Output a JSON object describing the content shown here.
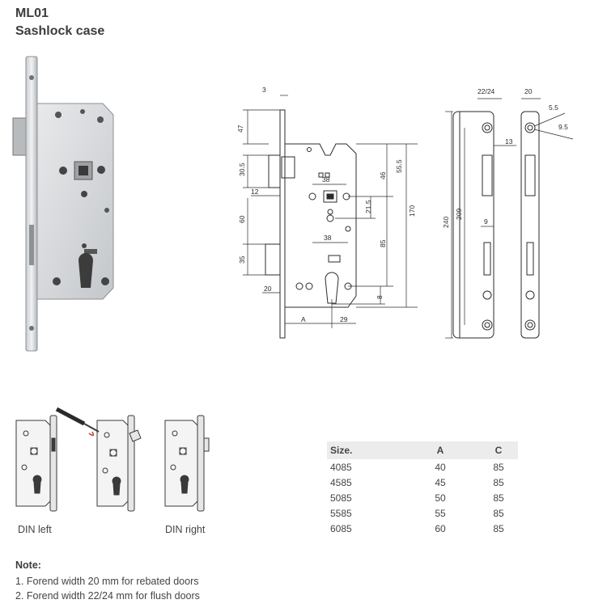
{
  "product": {
    "code": "ML01",
    "name": "Sashlock case"
  },
  "dimensions": {
    "forend_thickness": "3",
    "forend_width_flush": "22/24",
    "forend_width_rebated": "20",
    "hole_a": "5.5",
    "hole_b": "9.5",
    "top_offset": "47",
    "latch_height": "30.5",
    "latch_projection": "12",
    "lower_gap": "60",
    "bolt_height": "35",
    "bolt_projection": "20",
    "follower_width": "38",
    "cylinder_width": "38",
    "dim_46": "46",
    "dim_55_5": "55.5",
    "dim_21_5": "21.5",
    "dim_85": "85",
    "dim_170": "170",
    "dim_8": "8",
    "backset": "A",
    "dim_29": "29",
    "forend_length": "240",
    "screw_spacing": "209",
    "slot_offset": "13",
    "slot_width": "9"
  },
  "variants": {
    "left_label": "DIN left",
    "right_label": "DIN right"
  },
  "size_table": {
    "headers": [
      "Size.",
      "A",
      "C"
    ],
    "rows": [
      [
        "4085",
        "40",
        "85"
      ],
      [
        "4585",
        "45",
        "85"
      ],
      [
        "5085",
        "50",
        "85"
      ],
      [
        "5585",
        "55",
        "85"
      ],
      [
        "6085",
        "60",
        "85"
      ]
    ]
  },
  "notes": {
    "heading": "Note:",
    "items": [
      "1. Forend width 20 mm for rebated doors",
      "2. Forend width 22/24 mm for flush doors"
    ]
  },
  "colors": {
    "line": "#2b2b2b",
    "metal": "#d8dadc",
    "metal_dark": "#9a9da0"
  }
}
